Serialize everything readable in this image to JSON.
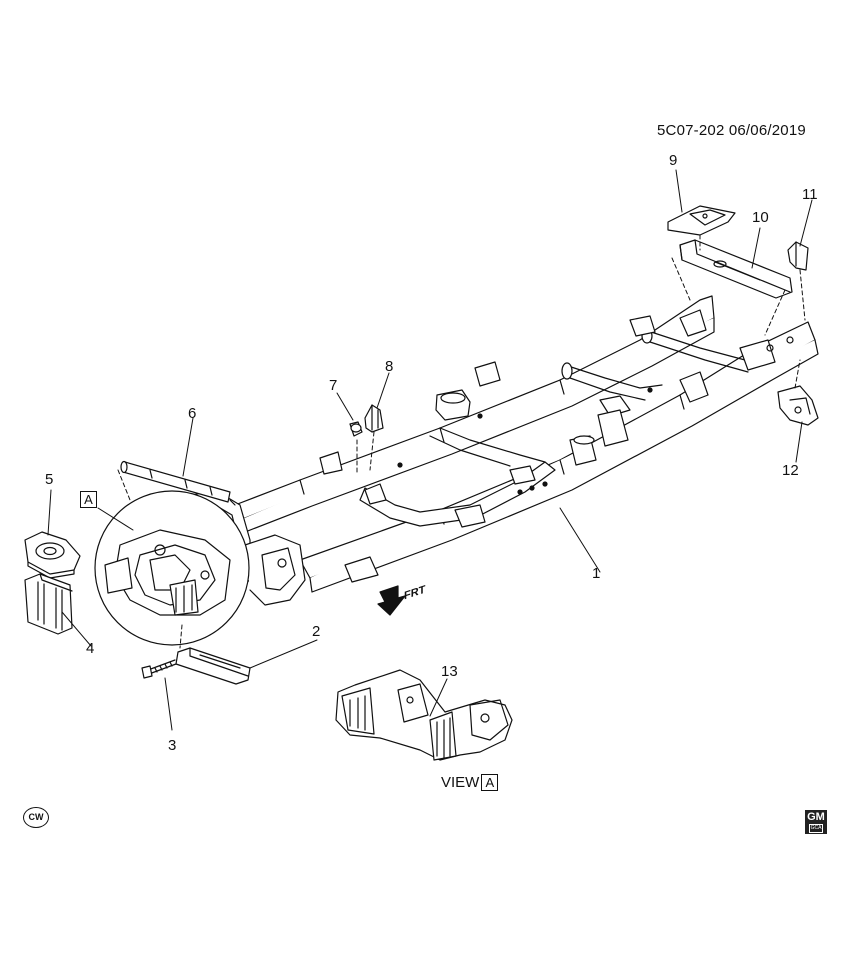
{
  "header": {
    "code_date": "5C07-202  06/06/2019"
  },
  "callouts": [
    {
      "num": "1"
    },
    {
      "num": "2"
    },
    {
      "num": "3"
    },
    {
      "num": "4"
    },
    {
      "num": "5"
    },
    {
      "num": "6"
    },
    {
      "num": "7"
    },
    {
      "num": "8"
    },
    {
      "num": "9"
    },
    {
      "num": "10"
    },
    {
      "num": "11"
    },
    {
      "num": "12"
    },
    {
      "num": "13"
    }
  ],
  "view_marker": {
    "box_letter": "A"
  },
  "view_label": {
    "text": "VIEW",
    "letter": "A"
  },
  "direction": {
    "text": "FRT"
  },
  "badges": {
    "cw": "CW",
    "gm": "GM",
    "gm_sub": "GCA"
  }
}
